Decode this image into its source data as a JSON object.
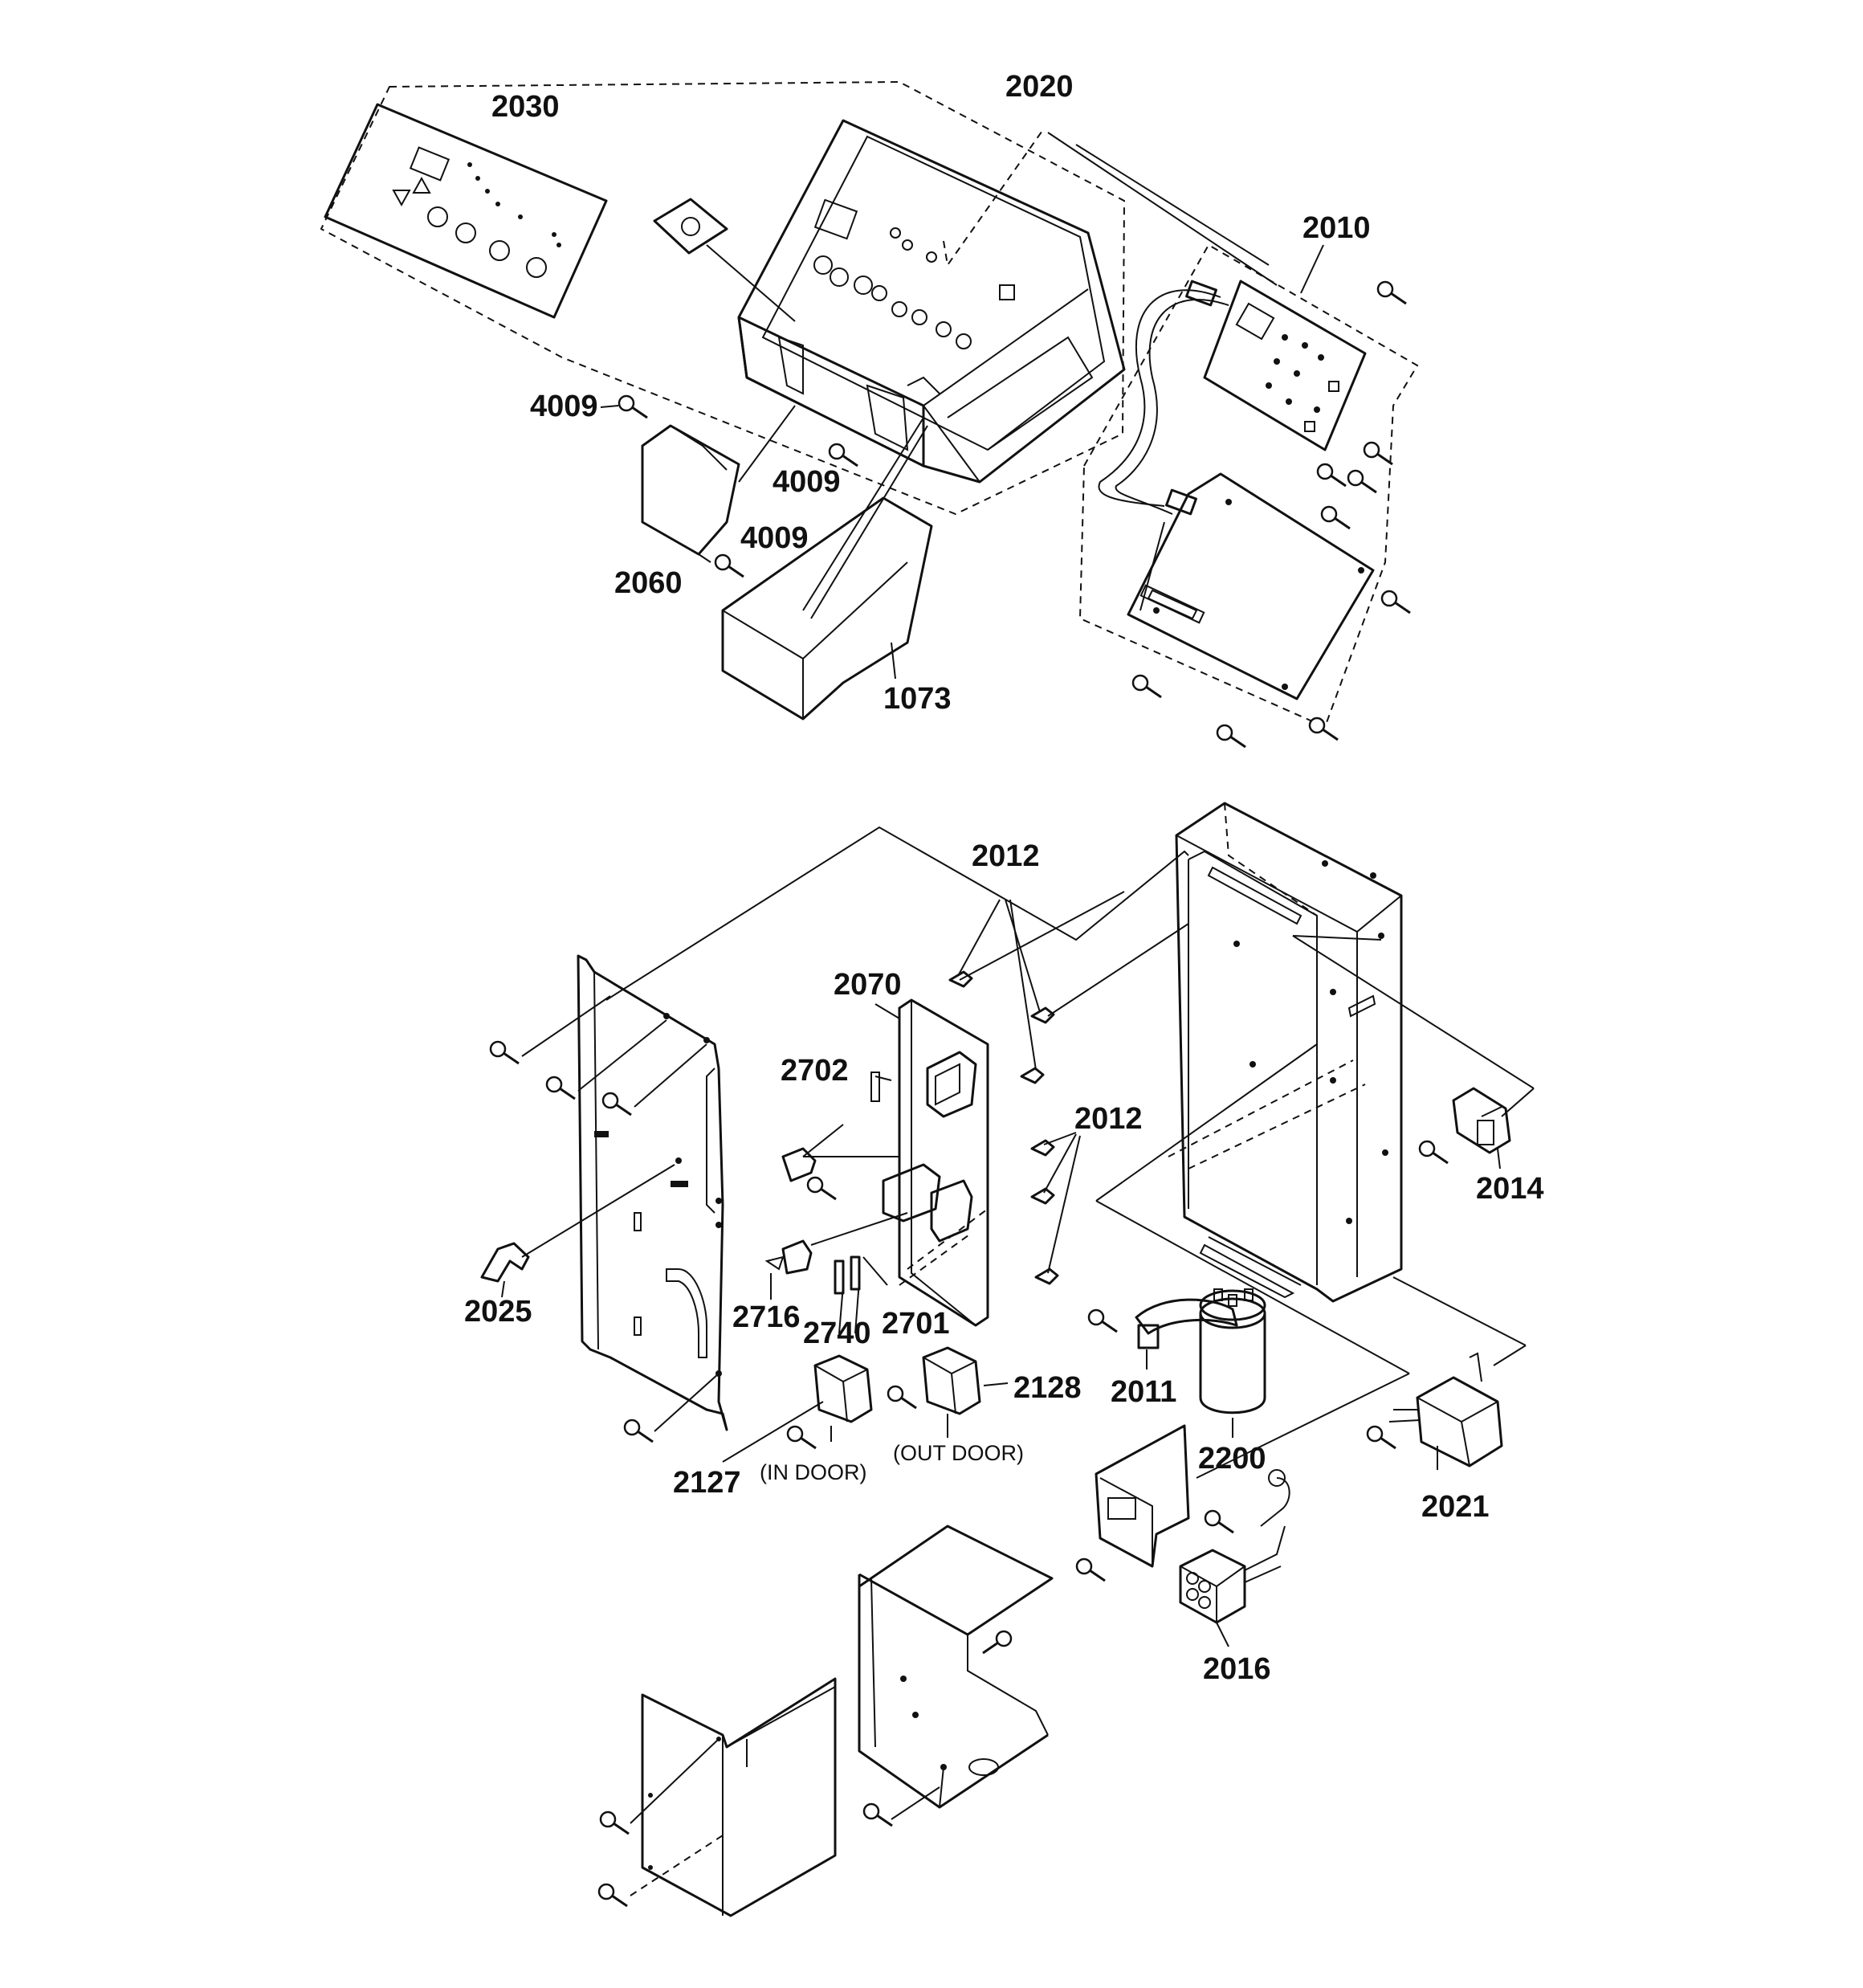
{
  "part_labels": {
    "p2030": "2030",
    "p2020": "2020",
    "p2010": "2010",
    "p4009a": "4009",
    "p4009b": "4009",
    "p4009c": "4009",
    "p2060": "2060",
    "p1073": "1073",
    "p2012a": "2012",
    "p2012b": "2012",
    "p2070": "2070",
    "p2702": "2702",
    "p2025": "2025",
    "p2716": "2716",
    "p2740": "2740",
    "p2701": "2701",
    "p2014": "2014",
    "p2011": "2011",
    "p2200": "2200",
    "p2128": "2128",
    "p2127": "2127",
    "p2021": "2021",
    "p2016": "2016"
  },
  "notes": {
    "in_door": "(IN DOOR)",
    "out_door": "(OUT DOOR)"
  }
}
